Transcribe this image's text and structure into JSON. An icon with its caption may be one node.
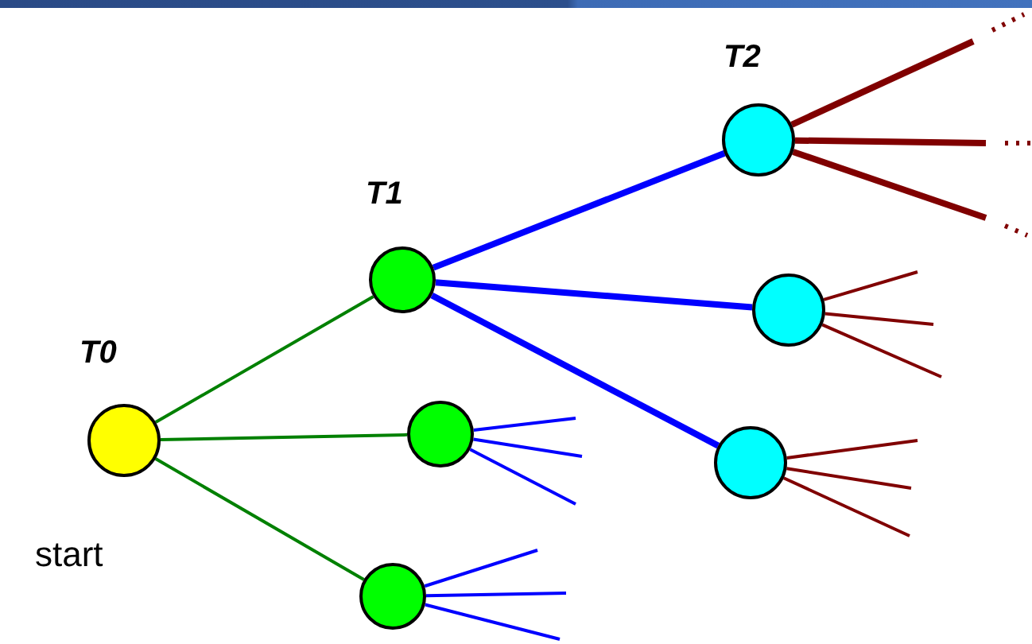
{
  "diagram": {
    "nodes": [
      {
        "text": [],
        "shape": "circle",
        "beside": [
          "T0",
          "start"
        ]
      },
      {
        "text": [],
        "shape": "circle",
        "beside": [
          "T1"
        ]
      },
      {
        "text": [],
        "shape": "circle"
      },
      {
        "text": [],
        "shape": "circle"
      },
      {
        "text": [],
        "shape": "circle",
        "beside": [
          "T2"
        ]
      },
      {
        "text": [],
        "shape": "circle"
      },
      {
        "text": [],
        "shape": "circle"
      }
    ],
    "edges": [
      {
        "from": 0,
        "to": 1,
        "arrow": "none",
        "color": "#008000"
      },
      {
        "from": 0,
        "to": 2,
        "arrow": "none",
        "color": "#008000"
      },
      {
        "from": 0,
        "to": 3,
        "arrow": "none",
        "color": "#008000"
      },
      {
        "from": 1,
        "to": 4,
        "arrow": "none",
        "color": "#0000ff",
        "style": "thick"
      },
      {
        "from": 1,
        "to": 5,
        "arrow": "none",
        "color": "#0000ff",
        "style": "thick"
      },
      {
        "from": 1,
        "to": 6,
        "arrow": "none",
        "color": "#0000ff",
        "style": "thick"
      },
      {
        "from": 2,
        "to": null,
        "arrow": "none",
        "color": "#0000ff"
      },
      {
        "from": 2,
        "to": null,
        "arrow": "none",
        "color": "#0000ff"
      },
      {
        "from": 2,
        "to": null,
        "arrow": "none",
        "color": "#0000ff"
      },
      {
        "from": 3,
        "to": null,
        "arrow": "none",
        "color": "#0000ff"
      },
      {
        "from": 3,
        "to": null,
        "arrow": "none",
        "color": "#0000ff"
      },
      {
        "from": 3,
        "to": null,
        "arrow": "none",
        "color": "#0000ff"
      },
      {
        "from": 4,
        "to": null,
        "arrow": "none",
        "color": "#800000",
        "style": "thick"
      },
      {
        "from": 4,
        "to": null,
        "arrow": "none",
        "color": "#800000",
        "style": "thick"
      },
      {
        "from": 4,
        "to": null,
        "arrow": "none",
        "color": "#800000",
        "style": "thick"
      },
      {
        "from": 5,
        "to": null,
        "arrow": "none",
        "color": "#800000"
      },
      {
        "from": 5,
        "to": null,
        "arrow": "none",
        "color": "#800000"
      },
      {
        "from": 5,
        "to": null,
        "arrow": "none",
        "color": "#800000"
      },
      {
        "from": 6,
        "to": null,
        "arrow": "none",
        "color": "#800000"
      },
      {
        "from": 6,
        "to": null,
        "arrow": "none",
        "color": "#800000"
      },
      {
        "from": 6,
        "to": null,
        "arrow": "none",
        "color": "#800000"
      }
    ]
  }
}
